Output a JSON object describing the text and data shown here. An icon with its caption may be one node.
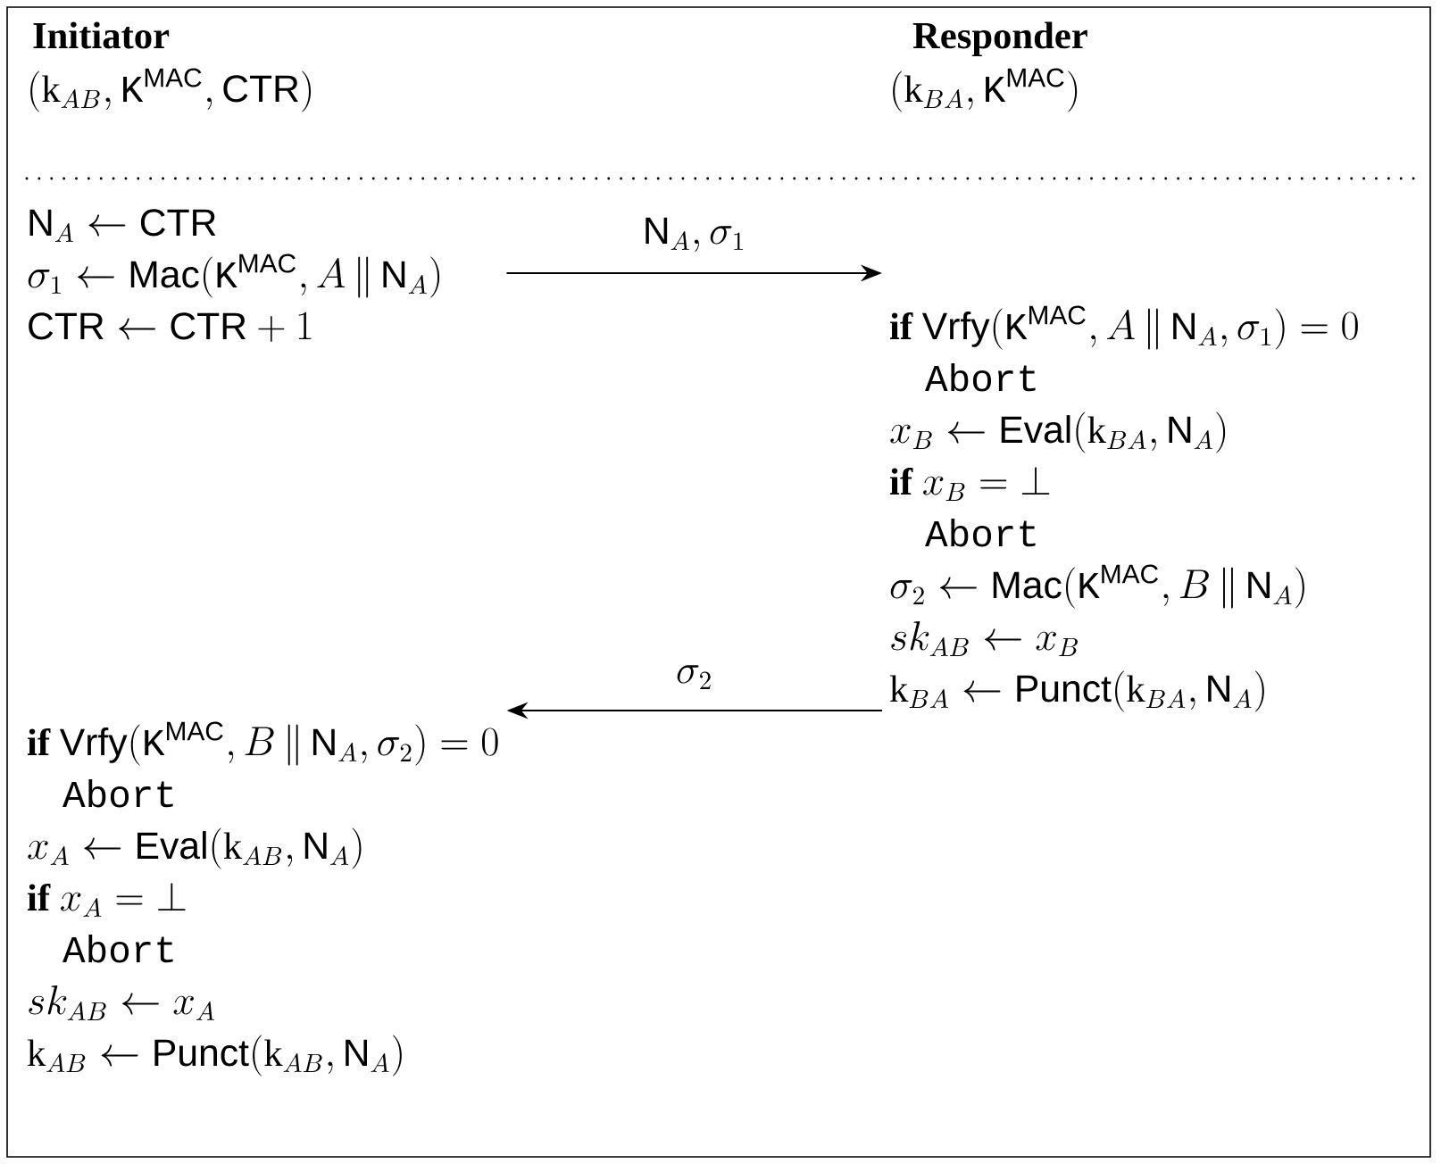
{
  "diagram": {
    "nodes": [
      {
        "text": [
          "Initiator",
          "(\\mathrm{k}_{AB}, \\mathtt{K}^{\\mathsf{MAC}}, \\mathsf{CTR})",
          "\\mathsf{N}_A \\leftarrow \\mathsf{CTR}",
          "\\sigma_1 \\leftarrow \\mathsf{Mac}(\\mathtt{K}^{\\mathsf{MAC}}, A \\,\\|\\, \\mathsf{N}_A)",
          "\\mathsf{CTR} \\leftarrow \\mathsf{CTR} + 1",
          "\\mathbf{if}\\ \\mathsf{Vrfy}(\\mathtt{K}^{\\mathsf{MAC}}, B \\,\\|\\, \\mathsf{N}_A, \\sigma_2) = 0",
          "\\mathtt{Abort}",
          "x_A \\leftarrow \\mathsf{Eval}(\\mathrm{k}_{AB}, \\mathsf{N}_A)",
          "\\mathbf{if}\\ x_A = \\bot",
          "\\mathtt{Abort}",
          "sk_{AB} \\leftarrow x_A",
          "\\mathrm{k}_{AB} \\leftarrow \\mathsf{Punct}(\\mathrm{k}_{AB}, \\mathsf{N}_A)"
        ]
      },
      {
        "text": [
          "Responder",
          "(\\mathrm{k}_{BA}, \\mathtt{K}^{\\mathsf{MAC}})",
          "\\mathbf{if}\\ \\mathsf{Vrfy}(\\mathtt{K}^{\\mathsf{MAC}}, A \\,\\|\\, \\mathsf{N}_A, \\sigma_1) = 0",
          "\\mathtt{Abort}",
          "x_B \\leftarrow \\mathsf{Eval}(\\mathrm{k}_{BA}, \\mathsf{N}_A)",
          "\\mathbf{if}\\ x_B = \\bot",
          "\\mathtt{Abort}",
          "\\sigma_2 \\leftarrow \\mathsf{Mac}(\\mathtt{K}^{\\mathsf{MAC}}, B \\,\\|\\, \\mathsf{N}_A)",
          "sk_{AB} \\leftarrow x_B",
          "\\mathrm{k}_{BA} \\leftarrow \\mathsf{Punct}(\\mathrm{k}_{BA}, \\mathsf{N}_A)"
        ]
      }
    ],
    "edges": [
      {
        "from": 0,
        "to": 1,
        "arrow": "to",
        "label": "\\mathsf{N}_A, \\sigma_1"
      },
      {
        "from": 1,
        "to": 0,
        "arrow": "to",
        "label": "\\sigma_2"
      }
    ]
  }
}
